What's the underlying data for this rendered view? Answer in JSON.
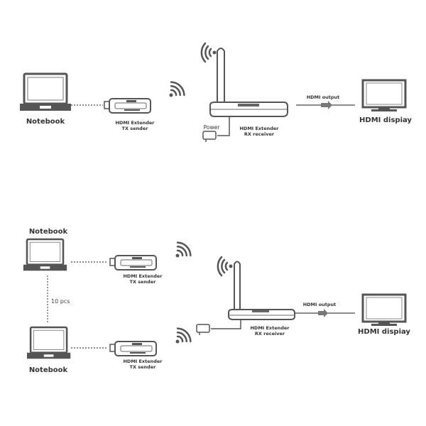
{
  "diagram_top": {
    "notebook": "Notebook",
    "tx_line1": "HDMI Extender",
    "tx_line2": "TX sender",
    "power": "Power",
    "rx_line1": "HDMI Extender",
    "rx_line2": "RX receiver",
    "hdmi_output": "HDMI output",
    "display": "HDMI dispiay"
  },
  "diagram_bottom": {
    "notebook_top": "Notebook",
    "notebook_bottom": "Notebook",
    "count": "10 pcs",
    "tx1_line1": "HDMI Extender",
    "tx1_line2": "TX sender",
    "tx2_line1": "HDMI Extender",
    "tx2_line2": "TX sender",
    "rx_line1": "HDMI Extender",
    "rx_line2": "RX receiver",
    "hdmi_output": "HDMI output",
    "display": "HDMI dispiay"
  },
  "colors": {
    "stroke": "#555555",
    "text": "#333333"
  }
}
